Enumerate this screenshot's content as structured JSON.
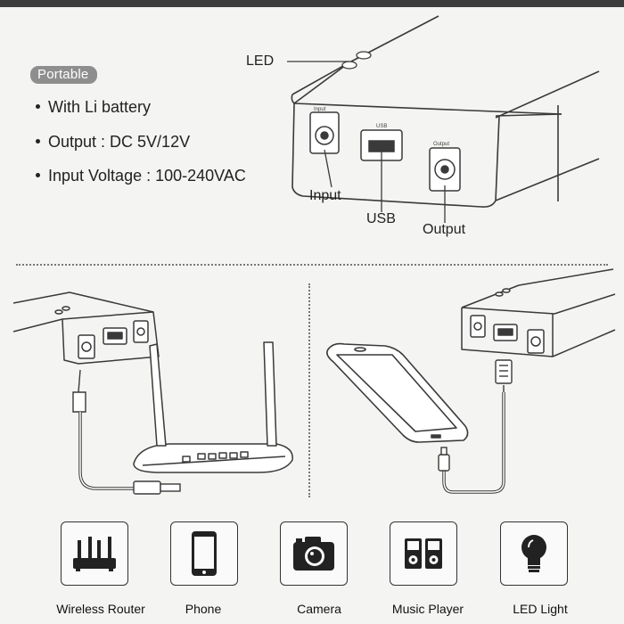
{
  "badge": "Portable",
  "specs": [
    "With Li battery",
    "Output : DC 5V/12V",
    "Input Voltage : 100-240VAC"
  ],
  "device": {
    "callouts": {
      "led": "LED",
      "input": "Input",
      "usb": "USB",
      "output": "Output"
    },
    "port_labels": {
      "input": "Input",
      "usb": "USB",
      "output": "Output"
    }
  },
  "uses": [
    {
      "label": "Wireless Router",
      "icon": "router-icon"
    },
    {
      "label": "Phone",
      "icon": "phone-icon"
    },
    {
      "label": "Camera",
      "icon": "camera-icon"
    },
    {
      "label": "Music Player",
      "icon": "music-player-icon"
    },
    {
      "label": "LED Light",
      "icon": "light-bulb-icon"
    }
  ]
}
